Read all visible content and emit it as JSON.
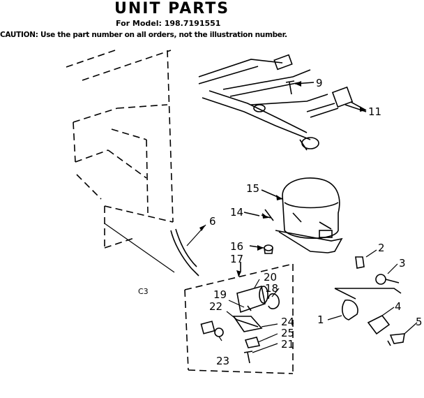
{
  "header": {
    "title": "UNIT PARTS",
    "model_line": "For Model: 198.7191551",
    "caution": "CAUTION: Use the part number on all orders, not the illustration number."
  },
  "diagram": {
    "section_code": "C3",
    "callouts": [
      "1",
      "2",
      "3",
      "4",
      "5",
      "6",
      "9",
      "11",
      "14",
      "15",
      "16",
      "17",
      "18",
      "19",
      "20",
      "21",
      "22",
      "23",
      "24",
      "25"
    ]
  }
}
